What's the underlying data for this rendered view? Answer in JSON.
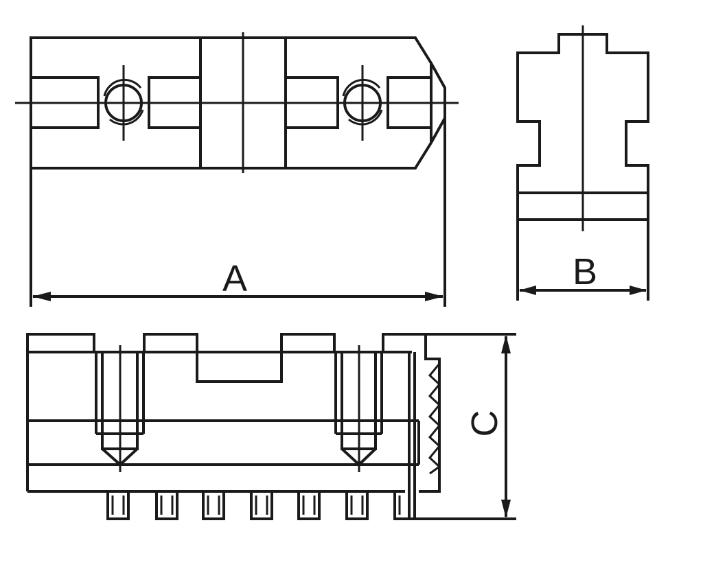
{
  "dimensions": {
    "a_label": "A",
    "b_label": "B",
    "c_label": "C"
  },
  "colors": {
    "line": "#1a1a1a",
    "background": "#ffffff"
  }
}
